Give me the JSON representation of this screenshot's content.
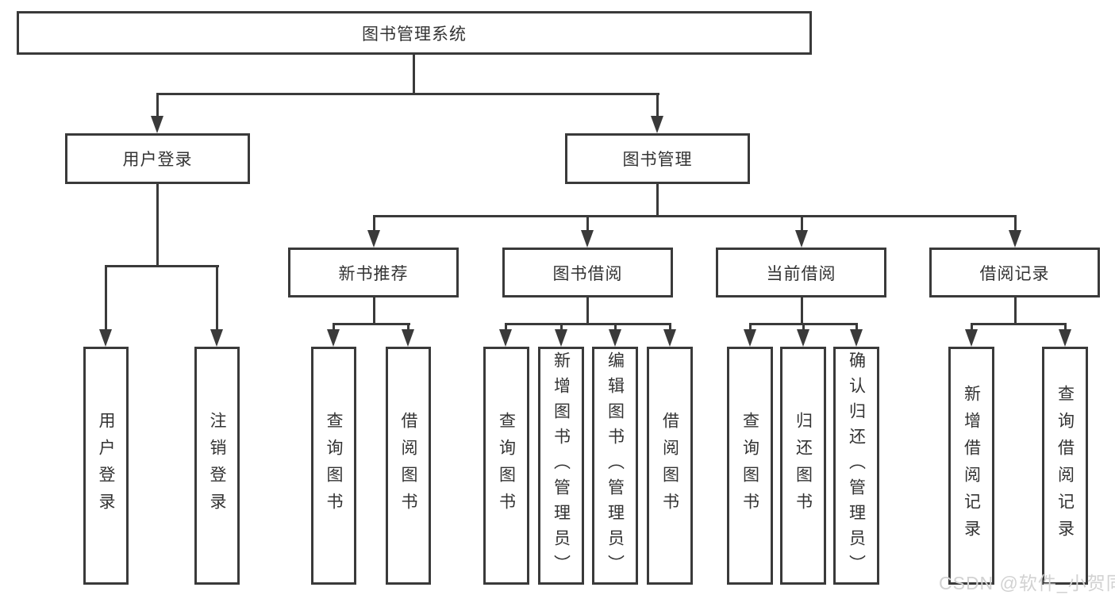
{
  "diagram": {
    "root": {
      "label": "图书管理系统"
    },
    "level2": [
      {
        "label": "用户登录"
      },
      {
        "label": "图书管理"
      }
    ],
    "level3": [
      {
        "label": "新书推荐"
      },
      {
        "label": "图书借阅"
      },
      {
        "label": "当前借阅"
      },
      {
        "label": "借阅记录"
      }
    ],
    "leaves": {
      "user_login": [
        "用户登录",
        "注销登录"
      ],
      "new_book": [
        "查询图书",
        "借阅图书"
      ],
      "borrow": [
        "查询图书",
        "新增图书（管理员）",
        "编辑图书（管理员）",
        "借阅图书"
      ],
      "current": [
        "查询图书",
        "归还图书",
        "确认归还（管理员）"
      ],
      "records": [
        "新增借阅记录",
        "查询借阅记录"
      ]
    }
  },
  "watermark": "CSDN @软件_小贺同学",
  "colors": {
    "line": "#3a3a3a",
    "text": "#333333",
    "watermark": "#d2d2d2",
    "background": "#ffffff"
  }
}
